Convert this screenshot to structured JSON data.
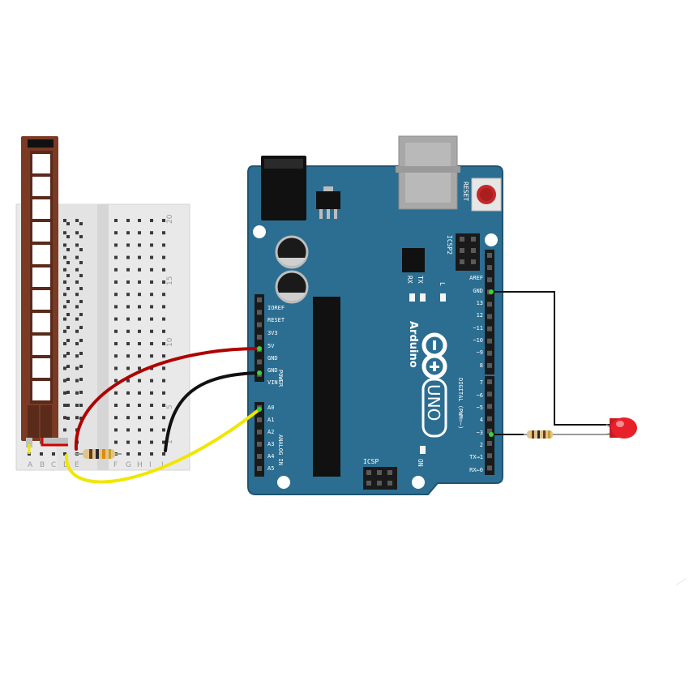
{
  "breadboard": {
    "row_numbers": [
      "20",
      "15",
      "10",
      "5",
      "1"
    ],
    "column_letters": [
      "A",
      "B",
      "C",
      "D",
      "E",
      "F",
      "G",
      "H",
      "I",
      "J"
    ]
  },
  "board": {
    "reset_label": "RESET",
    "icsp2_label": "ICSP2",
    "icsp_label": "ICSP",
    "tx_label": "TX",
    "rx_label": "RX",
    "l_label": "L",
    "on_label": "ON",
    "brand": "Arduino",
    "model": "UNO",
    "power_header_title": "POWER",
    "analog_header_title": "ANALOG IN",
    "digital_header_title": "DIGITAL (PWM=~)",
    "power_pins": [
      "IOREF",
      "RESET",
      "3V3",
      "5V",
      "GND",
      "GND",
      "VIN"
    ],
    "analog_pins": [
      "A0",
      "A1",
      "A2",
      "A3",
      "A4",
      "A5"
    ],
    "top_digital_pins": [
      "AREF",
      "GND",
      "13",
      "12",
      "~11",
      "~10",
      "~9",
      "8"
    ],
    "bottom_digital_pins": [
      "7",
      "~6",
      "~5",
      "4",
      "~3",
      "2",
      "TX→1",
      "RX←0"
    ]
  },
  "colors": {
    "board": "#2b6e91",
    "board_dark": "#1f5472",
    "wire_5v": "#b00000",
    "wire_gnd": "#111111",
    "wire_signal": "#f0e600",
    "led": "#e8202a",
    "flex_sensor": "#7a3a24"
  }
}
